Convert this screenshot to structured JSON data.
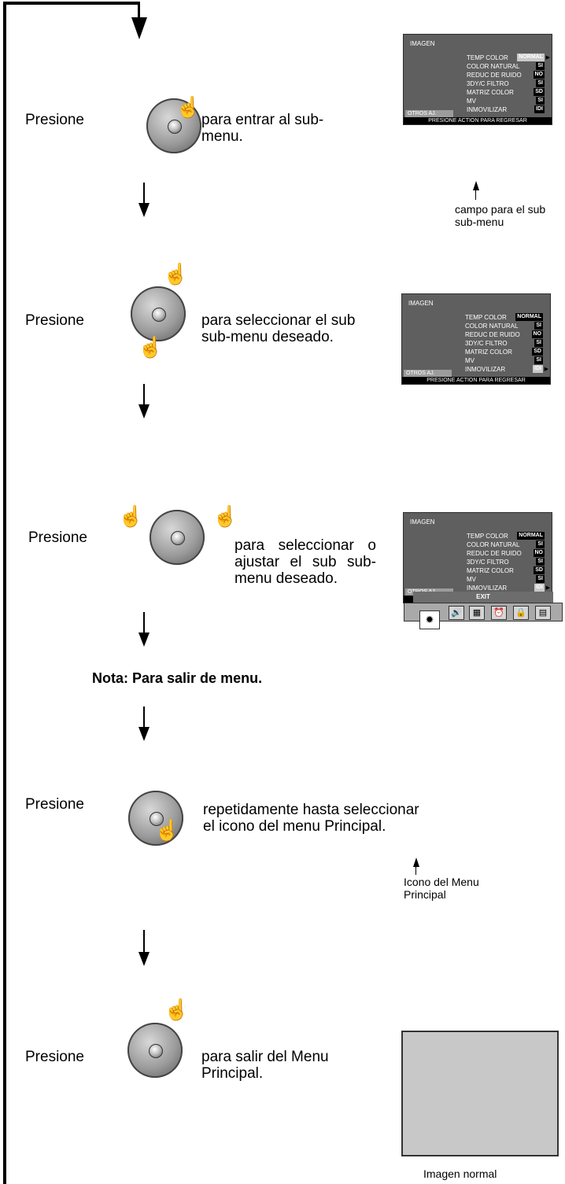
{
  "steps": [
    {
      "presione": "Presione",
      "text": "para entrar al sub-menu."
    },
    {
      "presione": "Presione",
      "text": "para seleccionar el sub sub-menu deseado."
    },
    {
      "presione": "Presione",
      "text": "para seleccionar o ajustar el sub sub-menu deseado."
    },
    {
      "presione": "Presione",
      "text": "repetidamente hasta seleccionar el icono del menu Principal."
    },
    {
      "presione": "Presione",
      "text": "para salir del Menu Principal."
    }
  ],
  "nota": "Nota: Para salir de menu.",
  "captions": {
    "field": "campo para el sub sub-menu",
    "icono": "Icono del Menu Principal",
    "normal": "Imagen normal"
  },
  "menu": {
    "title": "IMAGEN",
    "rows": [
      {
        "label": "TEMP COLOR",
        "value": "NORMAL"
      },
      {
        "label": "COLOR NATURAL",
        "value": "SI"
      },
      {
        "label": "REDUC DE RUIDO",
        "value": "NO"
      },
      {
        "label": "3DY/C FILTRO",
        "value": "SI"
      },
      {
        "label": "MATRIZ COLOR",
        "value": "SD"
      },
      {
        "label": "MV",
        "value": "SI"
      },
      {
        "label": "INMOVILIZAR",
        "value": "IDI"
      }
    ],
    "otros": "OTROS AJ.",
    "bar": "PRESIONE ACTION PARA REGRESAR"
  },
  "toolbar": {
    "label": "EXIT"
  },
  "icons": [
    "pointing-hand-icon",
    "picture-icon",
    "speaker-icon",
    "timer-icon",
    "lock-icon",
    "setup-icon"
  ]
}
